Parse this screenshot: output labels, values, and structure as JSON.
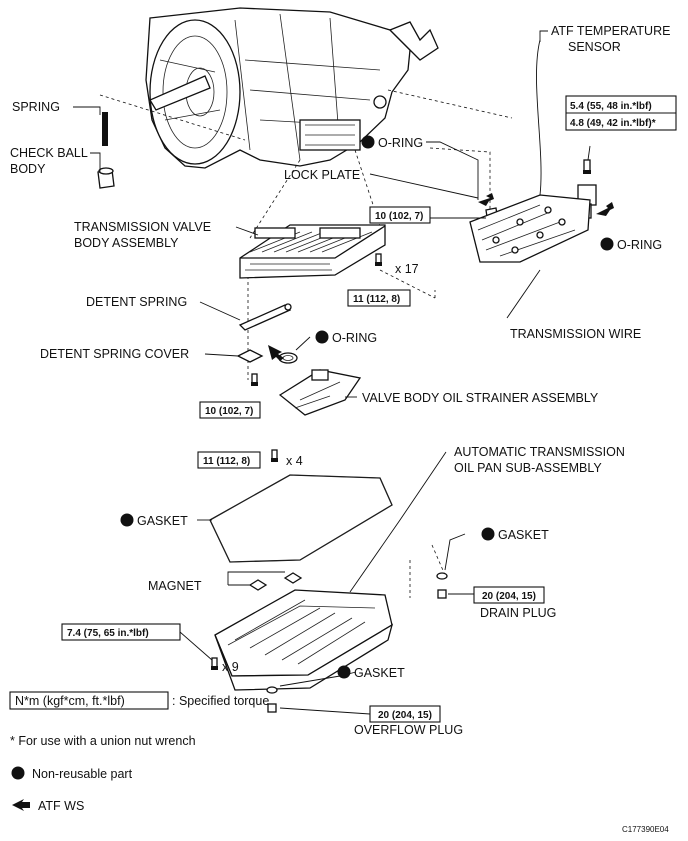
{
  "labels": {
    "spring": "SPRING",
    "check_ball_1": "CHECK BALL",
    "check_ball_2": "BODY",
    "atf_sensor_1": "ATF TEMPERATURE",
    "atf_sensor_2": "SENSOR",
    "o_ring": "O-RING",
    "lock_plate": "LOCK PLATE",
    "tvb_1": "TRANSMISSION VALVE",
    "tvb_2": "BODY ASSEMBLY",
    "detent_spring": "DETENT SPRING",
    "detent_spring_cover": "DETENT SPRING COVER",
    "transmission_wire": "TRANSMISSION WIRE",
    "strainer": "VALVE BODY OIL STRAINER ASSEMBLY",
    "oil_pan_1": "AUTOMATIC TRANSMISSION",
    "oil_pan_2": "OIL PAN SUB-ASSEMBLY",
    "gasket": "GASKET",
    "magnet": "MAGNET",
    "drain_plug": "DRAIN PLUG",
    "overflow_plug": "OVERFLOW PLUG"
  },
  "torques": {
    "sensor_a": "5.4 (55, 48 in.*lbf)",
    "sensor_b": "4.8 (49, 42 in.*lbf)*",
    "t10_upper": "10 (102, 7)",
    "t11_upper": "11 (112, 8)",
    "t10_lower": "10 (102, 7)",
    "t11_lower": "11 (112, 8)",
    "t74": "7.4 (75, 65 in.*lbf)",
    "t20_drain": "20 (204, 15)",
    "t20_overflow": "20 (204, 15)"
  },
  "quantities": {
    "x17": "x 17",
    "x4": "x 4",
    "x9": "x 9"
  },
  "legend": {
    "torque_box": "N*m (kgf*cm, ft.*lbf)",
    "torque_text": ": Specified torque",
    "union_nut": "* For use with a union nut wrench",
    "non_reusable": "Non-reusable part",
    "atf_ws": "ATF WS"
  },
  "figure_code": "C177390E04"
}
